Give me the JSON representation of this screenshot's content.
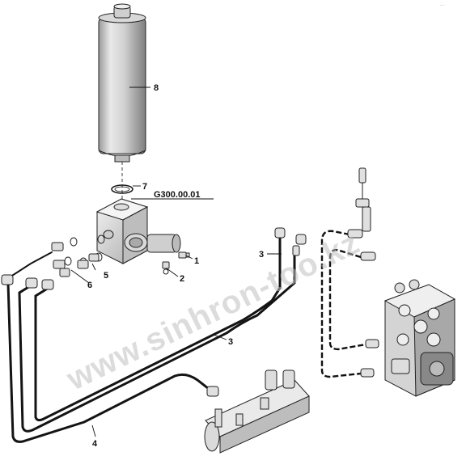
{
  "diagram": {
    "reference_code": "G300.00.01",
    "corner_mark": "⋯",
    "watermark": "www.sinhron-too.kz",
    "callouts": [
      {
        "id": "8",
        "label": "8"
      },
      {
        "id": "7",
        "label": "7"
      },
      {
        "id": "1",
        "label": "1"
      },
      {
        "id": "2",
        "label": "2"
      },
      {
        "id": "5",
        "label": "5"
      },
      {
        "id": "6",
        "label": "6"
      },
      {
        "id": "3a",
        "label": "3"
      },
      {
        "id": "3b",
        "label": "3"
      },
      {
        "id": "4",
        "label": "4"
      }
    ],
    "colors": {
      "line": "#111111",
      "hose": "#141414",
      "watermark": "#bfbfbf",
      "cylinder_fill": "#e6e6e6"
    }
  }
}
